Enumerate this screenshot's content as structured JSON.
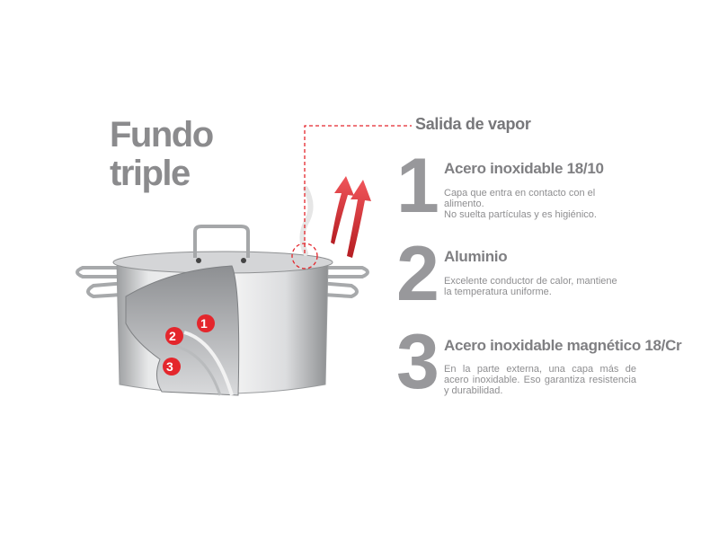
{
  "title": {
    "line1": "Fundo",
    "line2": "triple"
  },
  "vapor_label": "Salida de vapor",
  "layers": [
    {
      "number": "1",
      "heading": "Acero inoxidable 18/10",
      "desc_lines": [
        "Capa que entra en contacto con el alimento.",
        "No suelta partículas y es higiénico."
      ]
    },
    {
      "number": "2",
      "heading": "Aluminio",
      "desc_lines": [
        "Excelente conductor de calor, mantiene",
        "la temperatura uniforme."
      ]
    },
    {
      "number": "3",
      "heading": "Acero inoxidable magnético 18/Cr",
      "desc": "En la parte externa, una capa más de acero inoxidable. Eso garantiza resistencia y durabilidad."
    }
  ],
  "badges": [
    "1",
    "2",
    "3"
  ],
  "colors": {
    "accent": "#e4262c",
    "text": "#8b8b8d"
  }
}
